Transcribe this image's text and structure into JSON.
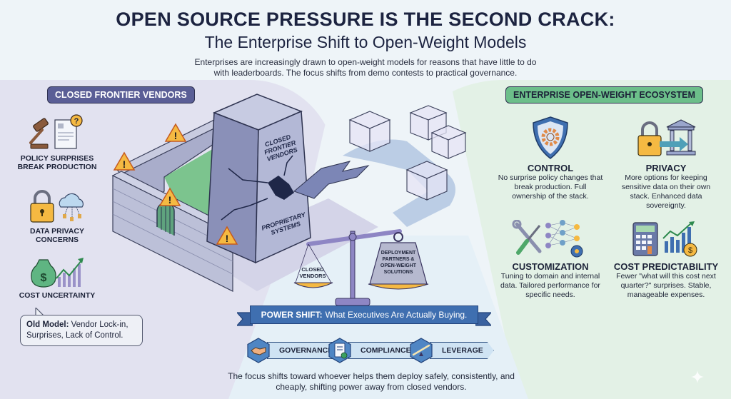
{
  "header": {
    "title": "OPEN SOURCE PRESSURE IS THE SECOND CRACK:",
    "subtitle": "The Enterprise Shift to Open-Weight Models",
    "intro": "Enterprises are increasingly drawn to open-weight models for reasons that have little to do with leaderboards. The focus shifts from demo contests to practical governance."
  },
  "left_panel": {
    "label": "CLOSED FRONTIER VENDORS",
    "risks": [
      {
        "icon": "gavel-document-icon",
        "label_line1": "POLICY SURPRISES",
        "label_line2": "BREAK PRODUCTION"
      },
      {
        "icon": "lock-cloud-icon",
        "label_line1": "DATA PRIVACY",
        "label_line2": "CONCERNS"
      },
      {
        "icon": "money-bag-chart-icon",
        "label_line1": "COST UNCERTAINTY",
        "label_line2": ""
      }
    ],
    "callout": {
      "bold": "Old Model:",
      "text": " Vendor Lock-in, Surprises, Lack of Control."
    }
  },
  "center": {
    "monolith_top": "CLOSED FRONTIER VENDORS",
    "monolith_bottom": "PROPRIETARY SYSTEMS",
    "scale_left": "CLOSED VENDORS",
    "scale_right": "DEPLOYMENT PARTNERS & OPEN-WEIGHT SOLUTIONS",
    "banner_bold": "POWER SHIFT:",
    "banner_text": "What Executives Are Actually Buying.",
    "pillars": [
      {
        "icon": "handshake-icon",
        "label": "GOVERNANCE"
      },
      {
        "icon": "clipboard-check-icon",
        "label": "COMPLIANCE"
      },
      {
        "icon": "lever-icon",
        "label": "LEVERAGE"
      }
    ],
    "footer": "The focus shifts toward whoever helps them deploy safely, consistently, and cheaply, shifting power away from closed vendors."
  },
  "right_panel": {
    "label": "ENTERPRISE OPEN-WEIGHT ECOSYSTEM",
    "benefits": [
      {
        "icon": "shield-gear-icon",
        "title": "CONTROL",
        "desc": "No surprise policy changes that break production. Full ownership of the stack."
      },
      {
        "icon": "lock-bank-icon",
        "title": "PRIVACY",
        "desc": "More options for keeping sensitive data on their own stack. Enhanced data sovereignty."
      },
      {
        "icon": "tools-network-icon",
        "title": "CUSTOMIZATION",
        "desc": "Tuning to domain and internal data. Tailored performance for specific needs."
      },
      {
        "icon": "calculator-chart-icon",
        "title": "COST PREDICTABILITY",
        "desc": "Fewer \"what will this cost next quarter?\" surprises. Stable, manageable expenses."
      }
    ]
  },
  "colors": {
    "left_accent": "#5a5e96",
    "right_accent": "#6cbf8a",
    "banner": "#3f6fb0",
    "warning": "#f5b942"
  }
}
